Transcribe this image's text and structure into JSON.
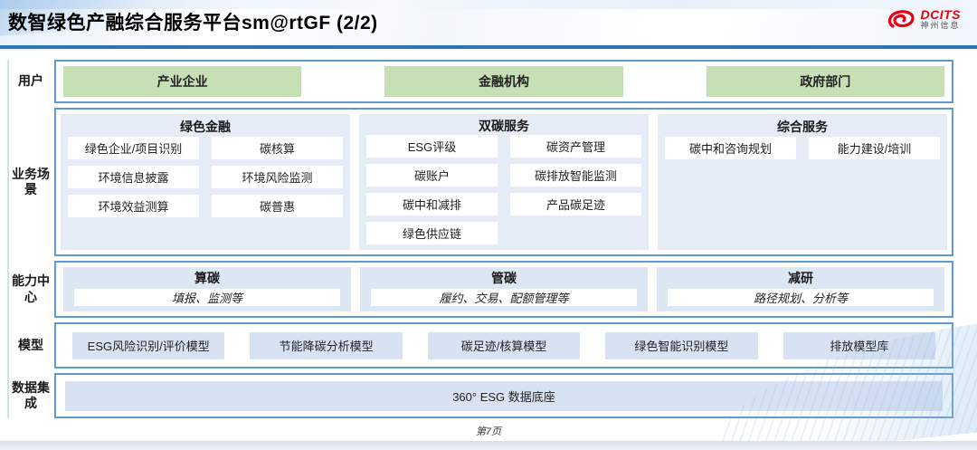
{
  "header": {
    "title": "数智绿色产融综合服务平台sm@rtGF (2/2)",
    "logo": {
      "brand": "DCITS",
      "subtitle": "神州信息"
    }
  },
  "rows": {
    "users": {
      "label": "用户",
      "items": [
        "产业企业",
        "金融机构",
        "政府部门"
      ]
    },
    "scenarios": {
      "label": "业务场景",
      "columns": [
        {
          "title": "绿色金融",
          "items": [
            "绿色企业/项目识别",
            "碳核算",
            "环境信息披露",
            "环境风险监测",
            "环境效益测算",
            "碳普惠"
          ]
        },
        {
          "title": "双碳服务",
          "items": [
            "ESG评级",
            "碳资产管理",
            "碳账户",
            "碳排放智能监测",
            "碳中和减排",
            "产品碳足迹",
            "绿色供应链"
          ]
        },
        {
          "title": "综合服务",
          "items": [
            "碳中和咨询规划",
            "能力建设/培训"
          ]
        }
      ]
    },
    "capabilities": {
      "label": "能力中心",
      "panels": [
        {
          "title": "算碳",
          "desc": "填报、监测等"
        },
        {
          "title": "管碳",
          "desc": "履约、交易、配额管理等"
        },
        {
          "title": "减研",
          "desc": "路径规划、分析等"
        }
      ]
    },
    "models": {
      "label": "模型",
      "items": [
        "ESG风险识别/评价模型",
        "节能降碳分析模型",
        "碳足迹/核算模型",
        "绿色智能识别模型",
        "排放模型库"
      ]
    },
    "data_integration": {
      "label": "数据集成",
      "items": [
        "360° ESG 数据底座"
      ]
    }
  },
  "footer": {
    "page": "第7页"
  },
  "colors": {
    "accent_blue": "#2e75b6",
    "box_border": "#5f9ad0",
    "green_fill": "#c6dfb4",
    "panel_fill": "#e6ecf6",
    "lavender_fill": "#d9e2f2",
    "brand_red": "#e60012"
  }
}
